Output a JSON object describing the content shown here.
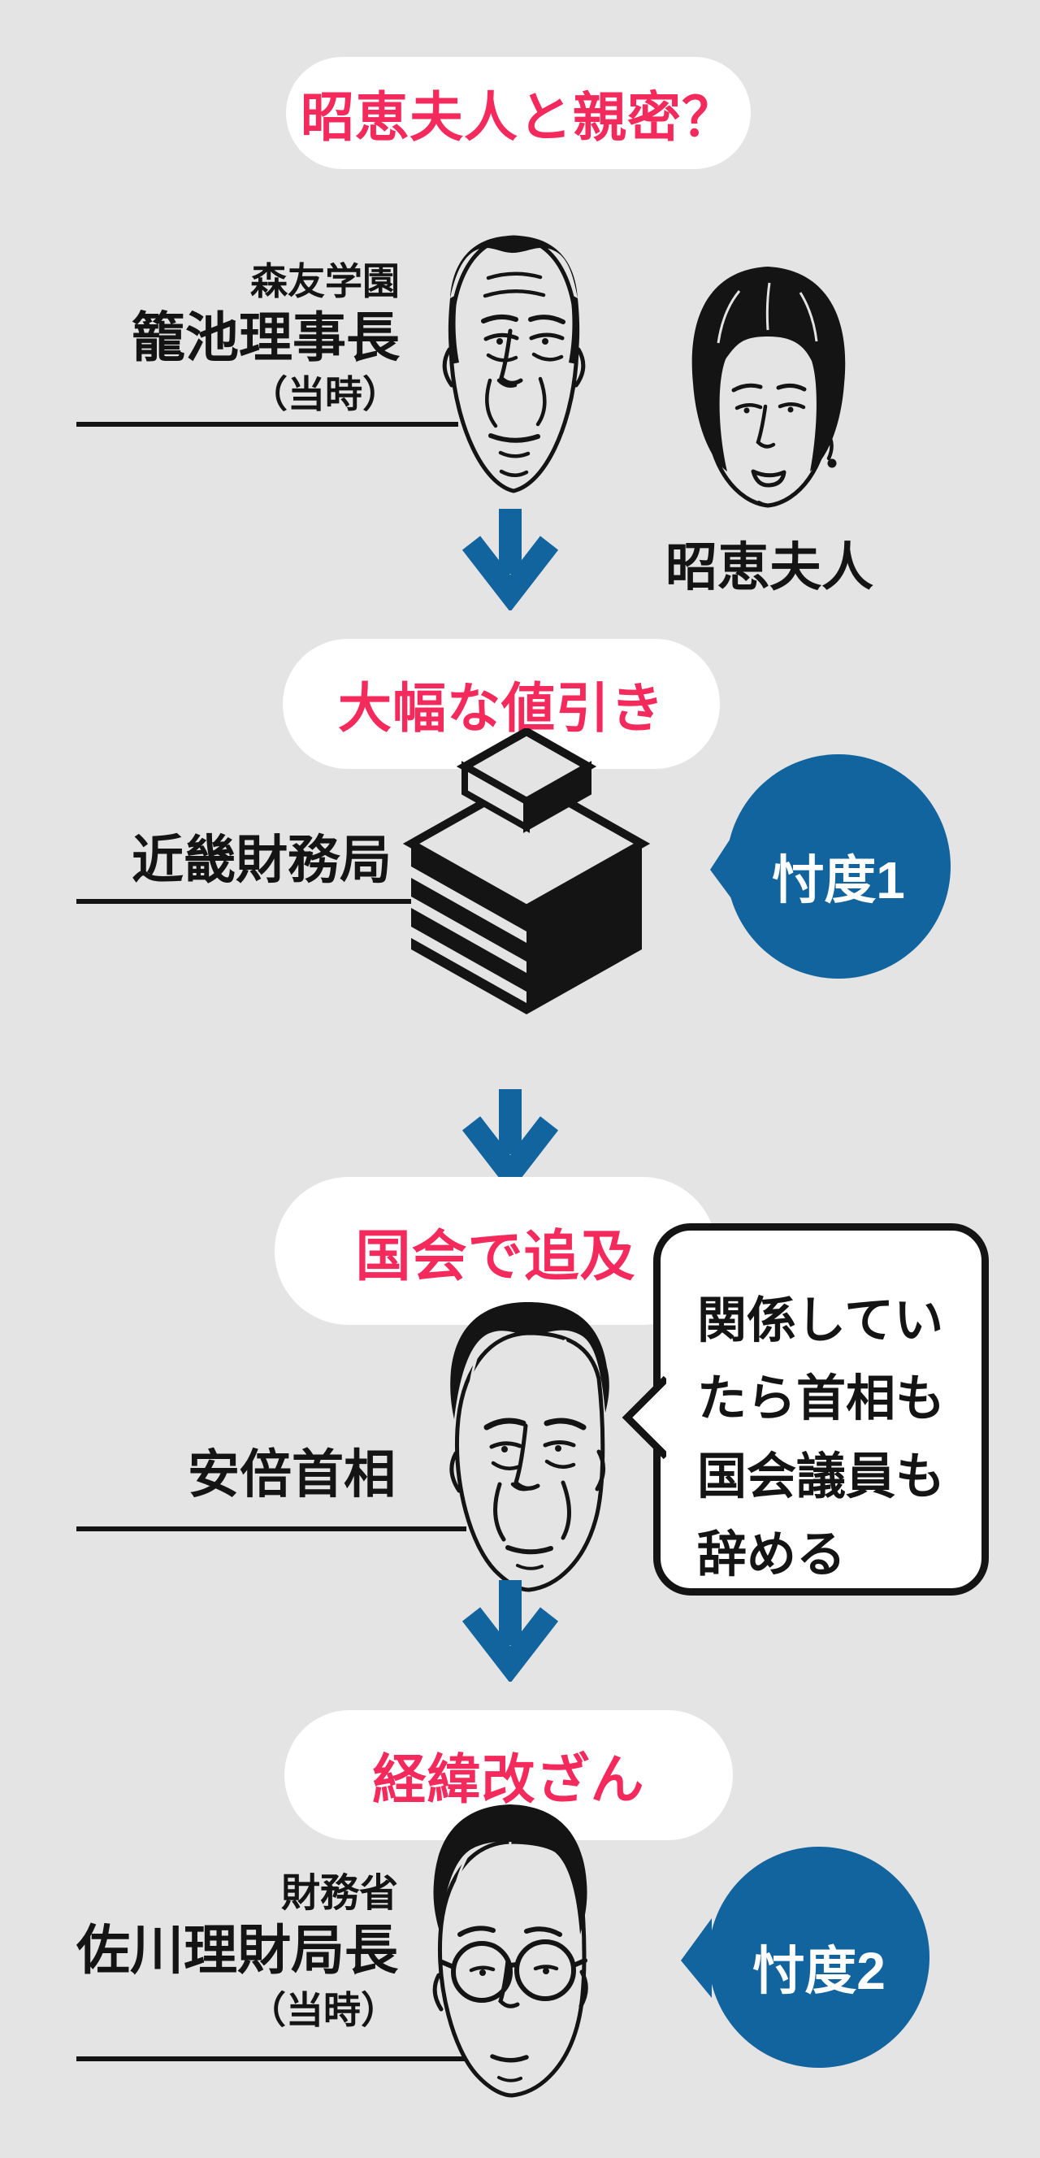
{
  "colors": {
    "background": "#e4e4e4",
    "white": "#ffffff",
    "accent_pink": "#f4295c",
    "accent_blue": "#12649e",
    "ink": "#141414"
  },
  "sections": {
    "s1": {
      "headline": "昭恵夫人と親密？",
      "person_org": "森友学園",
      "person_name": "籠池理事長",
      "person_note": "（当時）",
      "person2_name": "昭恵夫人"
    },
    "s2": {
      "headline": "大幅な値引き",
      "org_name": "近畿財務局",
      "badge": "忖度1"
    },
    "s3": {
      "headline": "国会で追及",
      "person_name": "安倍首相",
      "quote_lines": [
        "関係してい",
        "たら首相も",
        "国会議員も",
        "辞める"
      ]
    },
    "s4": {
      "headline": "経緯改ざん",
      "person_org": "財務省",
      "person_name": "佐川理財局長",
      "person_note": "（当時）",
      "badge": "忖度2"
    }
  },
  "icons": {
    "down_arrow": "↓",
    "building": "office-building",
    "badge_shape": "speech-balloon-left-pointer",
    "portrait_kagoike": "line-art-portrait-man",
    "portrait_akie": "line-art-portrait-woman-bob-hair",
    "portrait_abe": "line-art-portrait-man",
    "portrait_sagawa": "line-art-portrait-man-glasses"
  }
}
